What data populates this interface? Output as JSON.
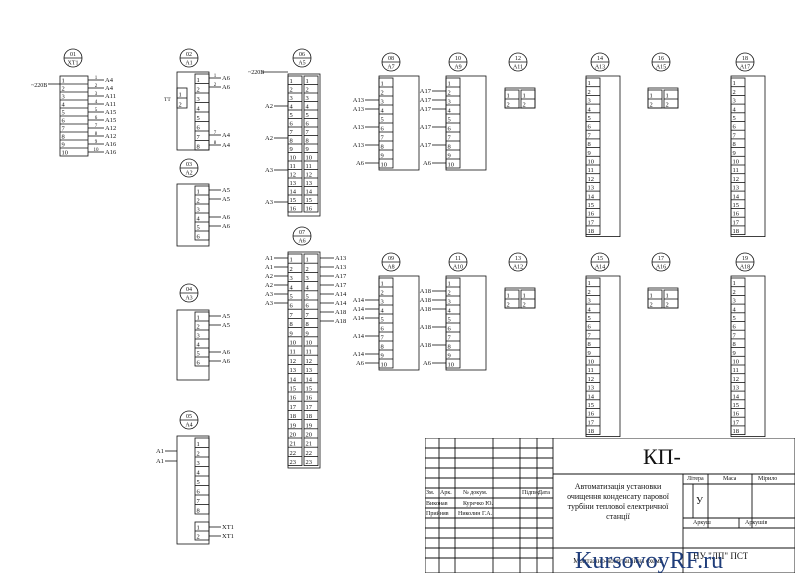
{
  "supply": {
    "label_xt1": "~220В",
    "label_a5": "~220В"
  },
  "panels": {
    "xt1": {
      "num": "01",
      "code": "XT1"
    },
    "a1": {
      "num": "02",
      "code": "A1"
    },
    "a2": {
      "num": "03",
      "code": "A2"
    },
    "a3": {
      "num": "04",
      "code": "A3"
    },
    "a4": {
      "num": "05",
      "code": "A4"
    },
    "a5": {
      "num": "06",
      "code": "A5"
    },
    "a6": {
      "num": "07",
      "code": "A6"
    },
    "a7": {
      "num": "08",
      "code": "A7"
    },
    "a8": {
      "num": "09",
      "code": "A8"
    },
    "a9": {
      "num": "10",
      "code": "A9"
    },
    "a10": {
      "num": "11",
      "code": "A10"
    },
    "a11": {
      "num": "12",
      "code": "A11"
    },
    "a12": {
      "num": "13",
      "code": "A12"
    },
    "a13": {
      "num": "14",
      "code": "A13"
    },
    "a14": {
      "num": "15",
      "code": "A14"
    },
    "a15": {
      "num": "16",
      "code": "A15"
    },
    "a16": {
      "num": "17",
      "code": "A16"
    },
    "a17": {
      "num": "18",
      "code": "A17"
    },
    "a18": {
      "num": "19",
      "code": "A18"
    }
  },
  "wires": {
    "xt1": [
      "1",
      "2",
      "3",
      "4",
      "5",
      "6",
      "7",
      "8",
      "9",
      "10"
    ],
    "xt1_dest": [
      "A4",
      "A4",
      "A11",
      "A11",
      "A15",
      "A15",
      "A12",
      "A12",
      "A16",
      "A16"
    ],
    "a1_out": [
      "A6",
      "A6",
      "A4",
      "A4"
    ],
    "a1_tt": "TT",
    "a2_out": [
      "A5",
      "A5",
      "A6",
      "A6"
    ],
    "a3_out": [
      "A5",
      "A5",
      "A6",
      "A6"
    ],
    "a4_in": [
      "A1",
      "A1"
    ],
    "a4_out": [
      "XT1",
      "XT1"
    ],
    "a6_in": [
      "A1",
      "A1",
      "A2",
      "A2",
      "A3",
      "A3"
    ],
    "a6_out": [
      "A13",
      "A13",
      "A17",
      "A17",
      "A14",
      "A14",
      "A18",
      "A18"
    ],
    "a5_in": [
      "A2",
      "A2",
      "A3",
      "A3"
    ]
  },
  "stamp": {
    "code": "КП-",
    "title": "Автоматизація установки очищення конденсату парової турбіни теплової електричної станції",
    "sheet_name": "Монтажно-комутаційна схема",
    "org": "НУ \"ЛП\" ПСТ",
    "h_zm": "Зм.",
    "h_ark": "Арк.",
    "h_doc": "№ докум.",
    "h_sign": "Підпис",
    "h_date": "Дата",
    "r1_role": "Виконав",
    "r1_name": "Куречко Ю.",
    "r2_role": "Прийняв",
    "r2_name": "Николин Г.А.",
    "h_litera": "Літера",
    "h_masa": "Маса",
    "h_mirilo": "Мірило",
    "litera": "У",
    "h_arkush": "Аркуш",
    "h_arkushiv": "Аркушів"
  },
  "watermark": "KursovoyRF.ru",
  "colors": {
    "line": "#111111",
    "watermark_dark": "#1f3d7a",
    "watermark_accent": "#d62828"
  }
}
